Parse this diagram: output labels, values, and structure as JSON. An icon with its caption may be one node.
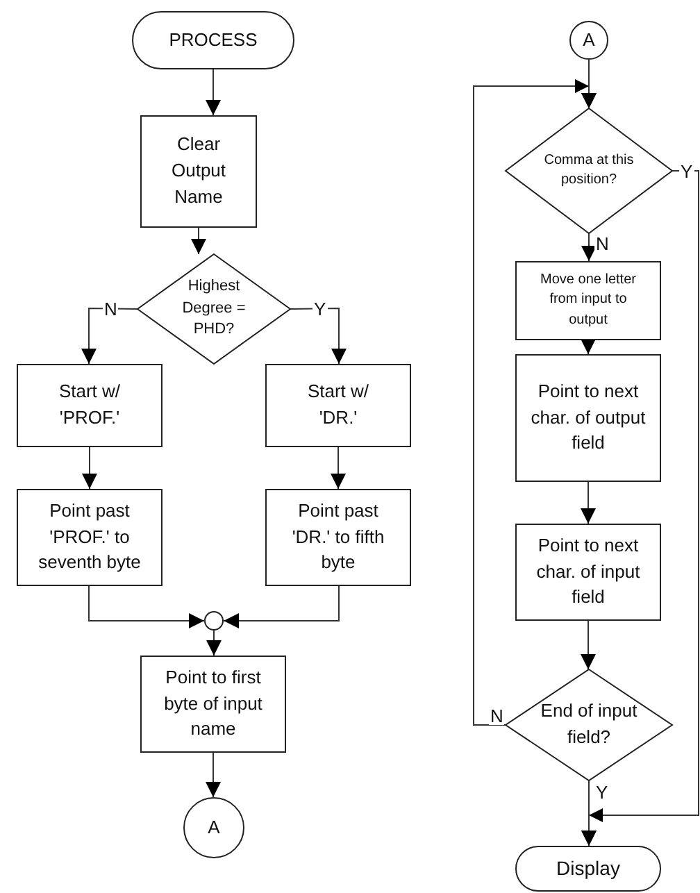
{
  "diagram": {
    "nodes": [
      {
        "text": [
          "PROCESS"
        ]
      },
      {
        "text": [
          "Clear Output Name"
        ]
      },
      {
        "text": [
          "Highest Degree = PHD?"
        ]
      },
      {
        "text": [
          "Start w/ 'PROF.'"
        ]
      },
      {
        "text": [
          "Start w/ 'DR.'"
        ]
      },
      {
        "text": [
          "Point past 'PROF.' to seventh byte"
        ]
      },
      {
        "text": [
          "Point past 'DR.' to fifth byte"
        ]
      },
      {
        "text": [],
        "shape": "circle"
      },
      {
        "text": [
          "Point to first byte of input name"
        ]
      },
      {
        "text": [
          "A"
        ]
      },
      {
        "text": [
          "A"
        ]
      },
      {
        "text": [
          "Comma at this position?"
        ]
      },
      {
        "text": [
          "Move one letter from input to output"
        ]
      },
      {
        "text": [
          "Point to next char. of output field"
        ]
      },
      {
        "text": [
          "Point to next char. of input field"
        ]
      },
      {
        "text": [
          "End of input field?"
        ]
      },
      {
        "text": [
          "Display"
        ]
      }
    ],
    "edges": [
      {
        "from": 0,
        "to": 1,
        "arrow": "to"
      },
      {
        "from": 1,
        "to": 2,
        "arrow": "to"
      },
      {
        "from": 2,
        "to": 3,
        "arrow": "to",
        "label": "N"
      },
      {
        "from": 2,
        "to": 4,
        "arrow": "to",
        "label": "Y"
      },
      {
        "from": 3,
        "to": 5,
        "arrow": "to"
      },
      {
        "from": 4,
        "to": 6,
        "arrow": "to"
      },
      {
        "from": 5,
        "to": 7,
        "arrow": "to"
      },
      {
        "from": 6,
        "to": 7,
        "arrow": "to"
      },
      {
        "from": 7,
        "to": 8,
        "arrow": "to"
      },
      {
        "from": 8,
        "to": 9,
        "arrow": "to"
      },
      {
        "from": 10,
        "to": 11,
        "arrow": "to"
      },
      {
        "from": 11,
        "to": 12,
        "arrow": "to",
        "label": "N"
      },
      {
        "from": 11,
        "to": 16,
        "arrow": "to",
        "label": "Y"
      },
      {
        "from": 12,
        "to": 13,
        "arrow": "to"
      },
      {
        "from": 13,
        "to": 14,
        "arrow": "to"
      },
      {
        "from": 14,
        "to": 15,
        "arrow": "to"
      },
      {
        "from": 15,
        "to": 16,
        "arrow": "to",
        "label": "Y"
      },
      {
        "from": 15,
        "to": 11,
        "arrow": "to",
        "label": "N"
      }
    ]
  }
}
